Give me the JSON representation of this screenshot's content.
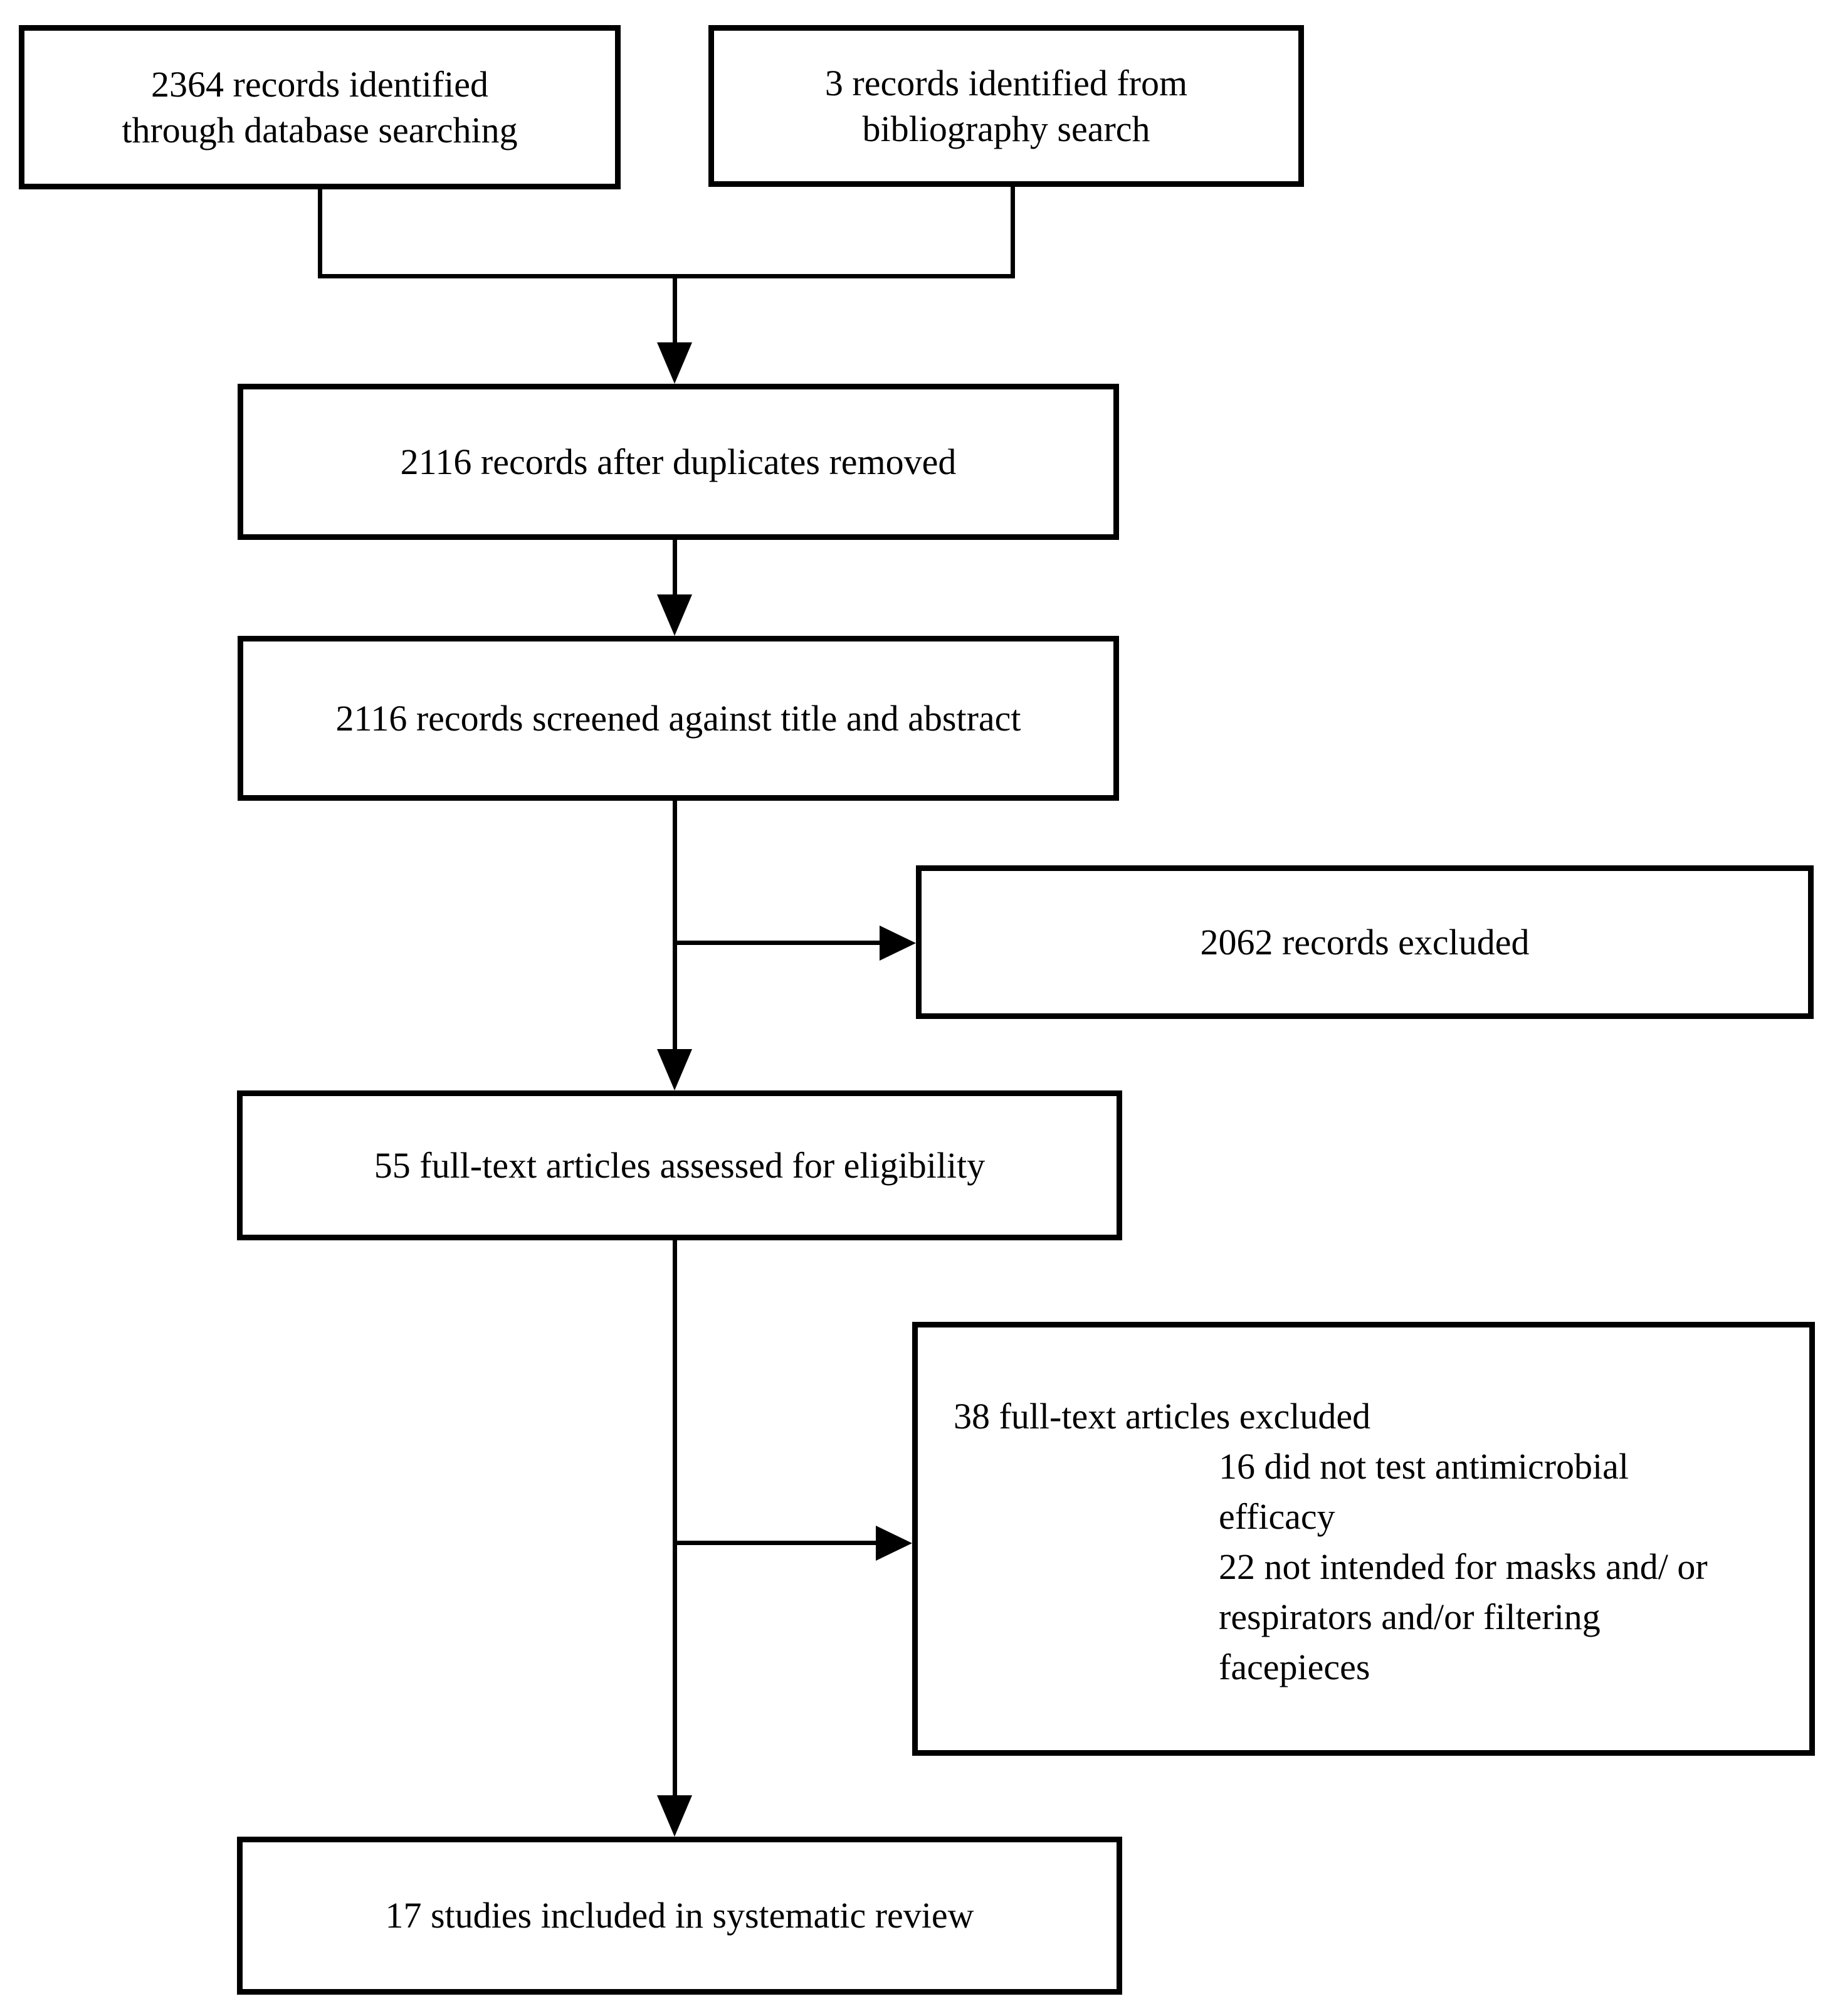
{
  "flowchart": {
    "type": "prisma-flow-diagram",
    "colors": {
      "line": "#000000",
      "background": "#ffffff",
      "text": "#000000"
    },
    "boxes": {
      "identified_database": {
        "text": "2364 records identified\nthrough database searching"
      },
      "identified_bibliography": {
        "text": "3 records identified from\nbibliography search"
      },
      "deduplicated": {
        "text": "2116 records after duplicates removed"
      },
      "screened": {
        "text": "2116 records screened against title and abstract"
      },
      "records_excluded": {
        "text": "2062 records excluded"
      },
      "fulltext_assessed": {
        "text": "55 full-text articles assessed for eligibility"
      },
      "fulltext_excluded": {
        "heading": "38 full-text articles excluded",
        "reason_lines": [
          "16 did not test antimicrobial",
          "efficacy",
          "22 not intended for masks and/ or",
          "respirators and/or filtering",
          "facepieces"
        ]
      },
      "included": {
        "text": "17 studies included in systematic review"
      }
    }
  }
}
